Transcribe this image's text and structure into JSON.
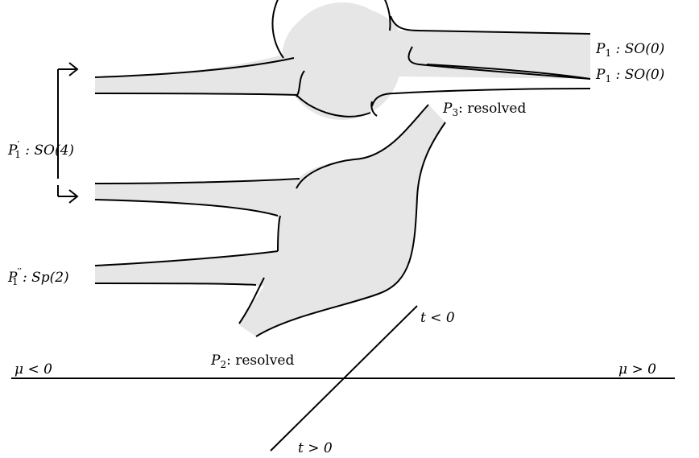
{
  "labels": {
    "p1_top": {
      "name": "P",
      "sub": "1",
      "rest": " : SO(0)"
    },
    "p1_bottom": {
      "name": "P",
      "sub": "1",
      "rest": " : SO(0)"
    },
    "p1_prime": {
      "name": "P",
      "sup": "′",
      "sub": "1",
      "rest": " : SO(4)"
    },
    "p1_dprime": {
      "name": "P",
      "sup": "′′",
      "sub": "1",
      "rest": " : Sp(2)"
    },
    "p3": {
      "name": "P",
      "sub": "3",
      "rest": ": resolved"
    },
    "p2": {
      "name": "P",
      "sub": "2",
      "rest": ": resolved"
    },
    "mu_neg": "μ < 0",
    "mu_pos": "μ > 0",
    "t_neg": "t < 0",
    "t_pos": "t > 0"
  }
}
